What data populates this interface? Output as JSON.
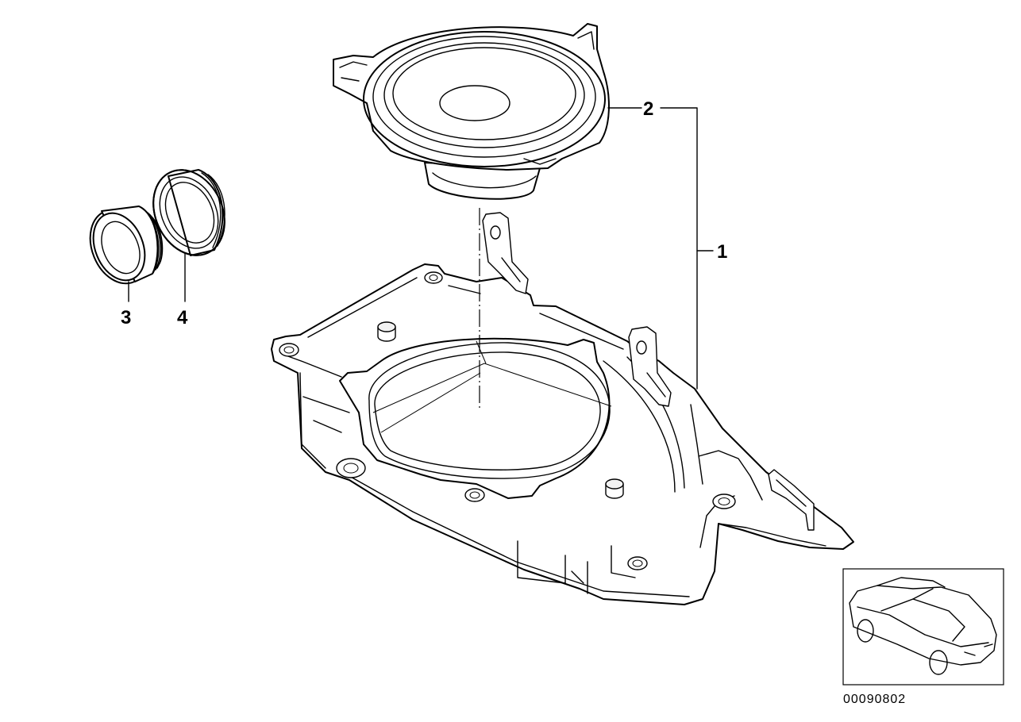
{
  "diagram": {
    "callouts": [
      {
        "id": "1",
        "label": "1"
      },
      {
        "id": "2",
        "label": "2"
      },
      {
        "id": "3",
        "label": "3"
      },
      {
        "id": "4",
        "label": "4"
      }
    ],
    "document_number": "00090802",
    "thumbnail_icon": "car-thumbnail-icon"
  }
}
